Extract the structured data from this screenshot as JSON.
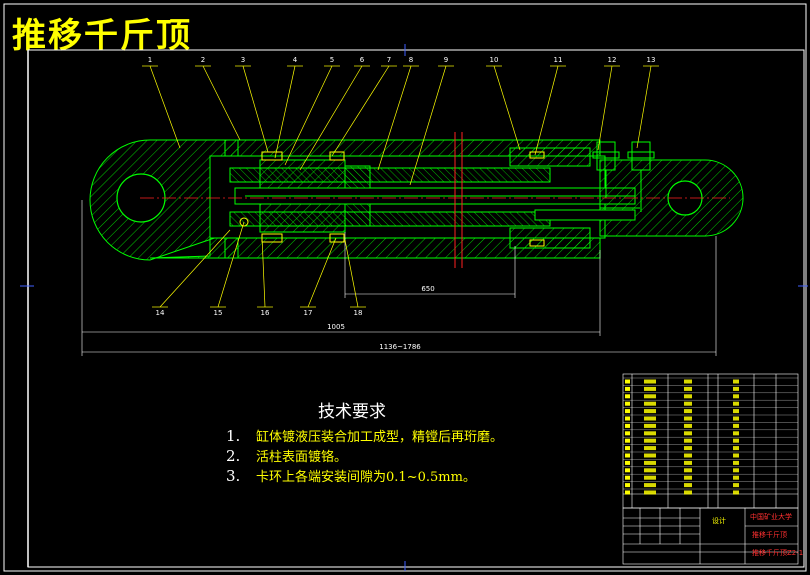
{
  "title": "推移千斤顶",
  "balloons": [
    "1",
    "2",
    "3",
    "4",
    "5",
    "6",
    "7",
    "8",
    "9",
    "10",
    "11",
    "12",
    "13",
    "14",
    "15",
    "16",
    "17",
    "18"
  ],
  "dimensions": {
    "stroke": "650",
    "retracted": "1005",
    "range": "1136~1786"
  },
  "requirements": {
    "heading": "技术要求",
    "items": [
      {
        "num": "1.",
        "text": "缸体镀液压装合加工成型，精镗后再珩磨。"
      },
      {
        "num": "2.",
        "text": "活柱表面镀铬。"
      },
      {
        "num": "3.",
        "text": "卡环上各端安装间隙为0.1~0.5mm。"
      }
    ]
  },
  "title_block": {
    "label_design": "设计",
    "school": "中国矿业大学",
    "drawing_name": "推移千斤顶",
    "drawing_no": "推移千斤顶Z2-1"
  },
  "colors": {
    "outline": "#00ff00",
    "hatch": "#00ff00",
    "centerline": "#ff2020",
    "leader": "#ffff00",
    "border": "#ffffff"
  }
}
